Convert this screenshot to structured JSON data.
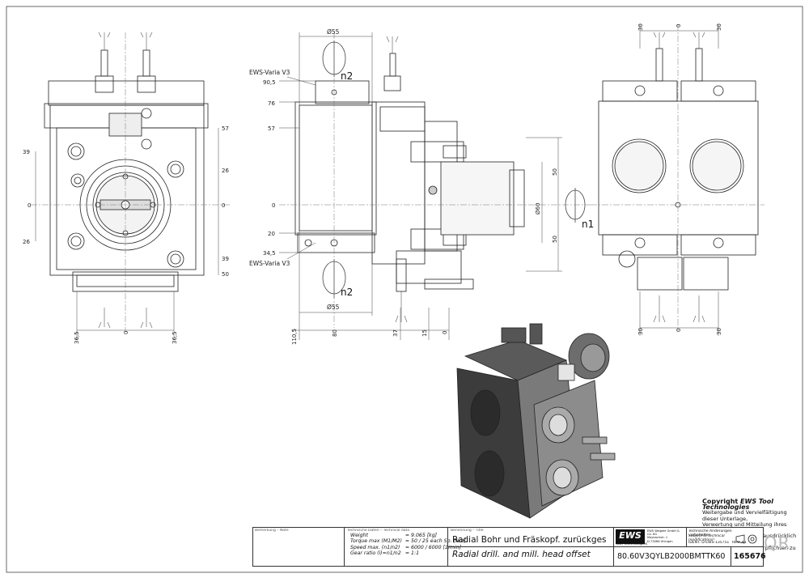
{
  "views": {
    "front": {
      "dims_left": [
        "39",
        "0",
        "26"
      ],
      "dims_right": [
        "57",
        "26",
        "0",
        "39",
        "50"
      ],
      "dims_bottom": [
        "36,5",
        "0",
        "36,5"
      ]
    },
    "side": {
      "top_diameter": "Ø55",
      "bottom_diameter": "Ø55",
      "n2_top": "n2",
      "n2_bottom": "n2",
      "varia_top": "EWS-Varia V3",
      "varia_bottom": "EWS-Varia V3",
      "dims_left": [
        "90,5",
        "76",
        "57",
        "0",
        "20",
        "34,5"
      ],
      "dims_bottom": [
        "110,5",
        "80",
        "37",
        "15",
        "0"
      ],
      "dims_right": [
        "50",
        "Ø60",
        "50"
      ],
      "n1": "n1"
    },
    "rear": {
      "dims_top": [
        "30",
        "0",
        "30"
      ],
      "dims_bottom": [
        "30",
        "0",
        "30"
      ]
    }
  },
  "copyright": {
    "heading_prefix": "Copyright",
    "heading_brand": "EWS Tool Technologies",
    "lines": [
      "Weitergabe und Vervielfältigung dieser Unterlage,",
      "Verwertung und Mitteilung ihres Inhalts nicht",
      "gestattet, soweit nicht ausdrücklich zugestanden.",
      "Zuwiderhandlungen verpflichten zu Schadenersatz."
    ]
  },
  "title_block": {
    "remarks_header": "Bemerkung – Note",
    "tech_header": "Technische Daten – Technical data",
    "props": [
      {
        "label": "Weight",
        "value": "= 9.065 [kg]"
      },
      {
        "label": "Torque max (M1/M2)",
        "value": "= 50 / 25 each Sp. [Nm]"
      },
      {
        "label": "Speed max. (n1/n2)",
        "value": "= 6000 / 6000 [1/min]"
      },
      {
        "label": "Gear ratio (i)=n1/n2",
        "value": "= 1:1"
      }
    ],
    "designation_header": "Benennung – Title",
    "title_de": "Radial Bohr und Fräskopf. zurückges",
    "title_en": "Radial drill. and mill. head offset",
    "logo": "EWS",
    "logo_sub": "Tool Technologies",
    "company_lines": [
      "EWS Weigele GmbH & Co. KG",
      "Maybachstr. 1",
      "D-73066 Uhingen"
    ],
    "change_note": "Technische Änderungen vorbehalten",
    "change_note_en": "Subject to technical modifications!",
    "ident": "IDENT: D-EWS-135751",
    "rev": "REV: A1",
    "part_number": "80.60V3QYLB2000BMTTK60",
    "drawing_number": "165676",
    "qr_label": "QR"
  }
}
